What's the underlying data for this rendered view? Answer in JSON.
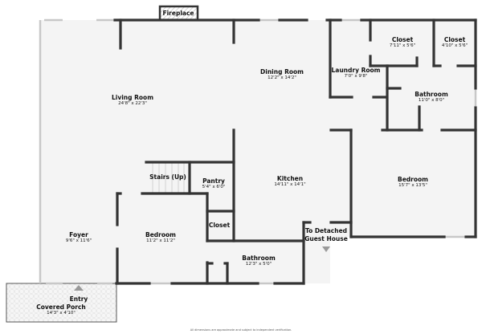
{
  "rooms": {
    "fireplace": {
      "name": "Fireplace"
    },
    "living": {
      "name": "Living Room",
      "dim": "24'8\" x 22'3\""
    },
    "dining": {
      "name": "Dining Room",
      "dim": "12'2\" x 14'2\""
    },
    "laundry": {
      "name": "Laundry Room",
      "dim": "7'0\" x 9'8\""
    },
    "closet1": {
      "name": "Closet",
      "dim": "7'11\" x 5'6\""
    },
    "closet2": {
      "name": "Closet",
      "dim": "4'10\" x 5'6\""
    },
    "bath1": {
      "name": "Bathroom",
      "dim": "11'0\" x 8'0\""
    },
    "stairs": {
      "name": "Stairs (Up)"
    },
    "pantry": {
      "name": "Pantry",
      "dim": "5'4\" x 6'0\""
    },
    "kitchen": {
      "name": "Kitchen",
      "dim": "14'11\" x 14'1\""
    },
    "bed_large": {
      "name": "Bedroom",
      "dim": "15'7\" x 13'5\""
    },
    "closet3": {
      "name": "Closet"
    },
    "foyer": {
      "name": "Foyer",
      "dim": "9'6\" x 11'6\""
    },
    "bed_small": {
      "name": "Bedroom",
      "dim": "11'2\" x 11'2\""
    },
    "bath2": {
      "name": "Bathroom",
      "dim": "12'3\" x 5'0\""
    },
    "guest": {
      "name": "To Detached Guest House"
    },
    "entry": {
      "name": "Entry"
    },
    "porch": {
      "name": "Covered Porch",
      "dim": "14'3\" x 4'10\""
    }
  },
  "disclaimer": "All dimensions are approximate and subject to independent verification.",
  "colors": {
    "wall": "#333333",
    "floor": "#f4f4f4",
    "window": "#d0d0d0"
  }
}
